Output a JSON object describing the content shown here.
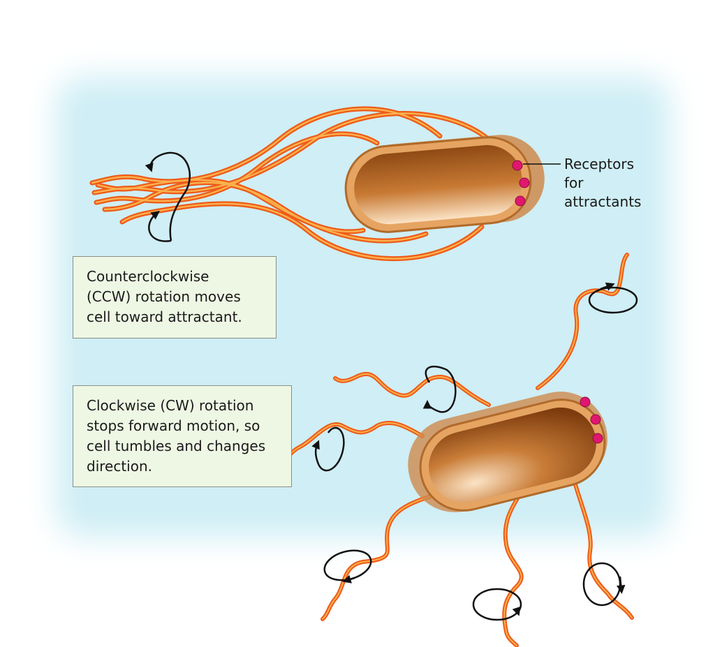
{
  "receptor_label": {
    "lines": [
      "Receptors",
      "for",
      "attractants"
    ]
  },
  "ccw_caption": {
    "lines": [
      "Counterclockwise",
      "(CCW) rotation moves",
      "cell toward attractant."
    ]
  },
  "cw_caption": {
    "lines": [
      "Clockwise (CW) rotation",
      "stops forward motion, so",
      "cell tumbles and changes",
      "direction."
    ]
  },
  "colors": {
    "background_glow": "#cfeef5",
    "flagellum_outer": "#f05a1a",
    "flagellum_inner": "#f9a94a",
    "cell_body": "#b86a2a",
    "cell_membrane": "#e8a262",
    "receptor": "#e0176e",
    "caption_fill": "#eef7e4",
    "rotation_arrow": "#111111"
  },
  "icons": [
    "rotation-arrow-icon",
    "receptor-icon"
  ]
}
